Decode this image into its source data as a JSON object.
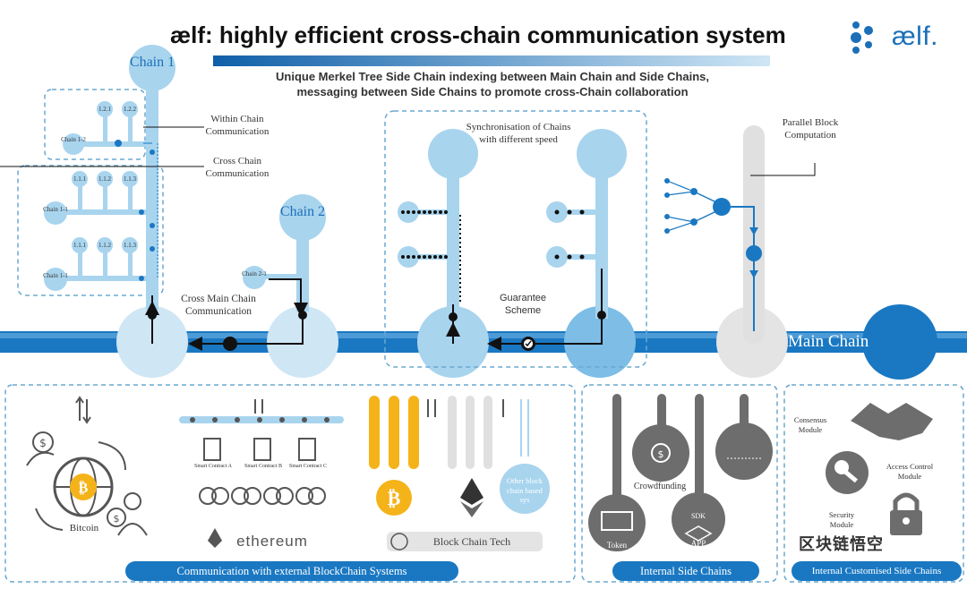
{
  "header": {
    "title": "ælf: highly efficient cross-chain communication system",
    "subtitle_line1": "Unique Merkel Tree Side Chain indexing between Main Chain and Side Chains,",
    "subtitle_line2": "messaging between Side Chains to promote cross-Chain collaboration",
    "logo_text": "ælf."
  },
  "chains": {
    "chain1": "Chain 1",
    "chain2": "Chain 2",
    "chain12": "Chain 1-2",
    "chain11": "Chain 1-1",
    "chain21": "Chain 2-1",
    "node_121": "1.2.1",
    "node_122": "1.2.2",
    "node_111": "1.1.1",
    "node_112": "1.1.2",
    "node_113": "1.1.3"
  },
  "labels": {
    "within_chain": "Within Chain Communication",
    "cross_chain": "Cross Chain Communication",
    "cross_main_chain": "Cross Main Chain Communication",
    "synchronisation": "Synchronisation of Chains with different speed",
    "guarantee": "Guarantee Scheme",
    "parallel_block": "Parallel Block Computation",
    "main_chain": "Main Chain"
  },
  "bottom": {
    "bitcoin": "Bitcoin",
    "smart_contract_a": "Smart Contract A",
    "smart_contract_b": "Smart Contract B",
    "smart_contract_c": "Smart Contract C",
    "ethereum": "ethereum",
    "other": "Other block chain based sys",
    "block_chain_tech": "Block Chain Tech",
    "crowdfunding": "Crowdfunding",
    "token": "Token",
    "app": "APP",
    "sdk": "SDK",
    "consensus": "Consensus Module",
    "access_control": "Access Control Module",
    "security": "Security Module",
    "pill_external": "Communication with external BlockChain Systems",
    "pill_internal": "Internal Side Chains",
    "pill_custom": "Internal Customised Side Chains",
    "watermark": "区块链悟空"
  },
  "colors": {
    "main_blue": "#1a78c2",
    "light_blue": "#a8d4ee",
    "pale_blue": "#cfe6f5",
    "dark_blue": "#0e5a9e",
    "grey": "#6d6d6d",
    "gold": "#f5b31a"
  }
}
